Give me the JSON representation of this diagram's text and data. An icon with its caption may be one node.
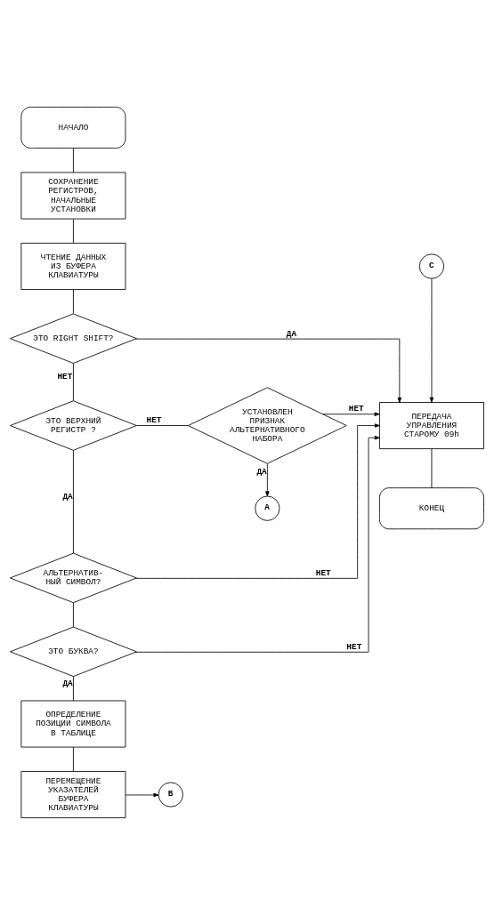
{
  "diagram": {
    "nodes": [
      {
        "text": [
          "НАЧАЛО"
        ]
      },
      {
        "text": [
          "СОХРАНЕНИЕ РЕГИСТРОВ, НАЧАЛЬНЫЕ УСТАНОВКИ"
        ]
      },
      {
        "text": [
          "ЧТЕНИЕ ДАННЫХ ИЗ БУФЕРА КЛАВИАТУРЫ"
        ]
      },
      {
        "text": [
          "C"
        ]
      },
      {
        "text": [
          "ЭТО RIGHT SHIFT?"
        ]
      },
      {
        "text": [
          "ПЕРЕДАЧА УПРАВЛЕНИЯ СТАРОМУ 09h"
        ]
      },
      {
        "text": [
          "ЭТО ВЕРХНИЙ РЕГИСТР ?"
        ]
      },
      {
        "text": [
          "УСТАНОВЛЕН ПРИЗНАК АЛЬТЕРНАТИВНОГО НАБОРА"
        ]
      },
      {
        "text": [
          "КОНЕЦ"
        ]
      },
      {
        "text": [
          "A"
        ]
      },
      {
        "text": [
          "АЛЬТЕРНАТИВ- НЫЙ СИМВОЛ?"
        ]
      },
      {
        "text": [
          "ЭТО БУКВА?"
        ]
      },
      {
        "text": [
          "ОПРЕДЕЛЕНИЕ ПОЗИЦИИ СИМВОЛА В ТАБЛИЦЕ"
        ]
      },
      {
        "text": [
          "ПЕРЕМЕЩЕНИЕ УКАЗАТЕЛЕЙ БУФЕРА КЛАВИАТУРЫ"
        ]
      },
      {
        "text": [
          "B"
        ]
      }
    ],
    "edges": [
      {
        "from": 0,
        "to": 1,
        "arrow": "none"
      },
      {
        "from": 1,
        "to": 2,
        "arrow": "none"
      },
      {
        "from": 2,
        "to": 4,
        "arrow": "none"
      },
      {
        "from": 3,
        "to": 5,
        "arrow": "to"
      },
      {
        "from": 4,
        "to": 5,
        "arrow": "to",
        "label": "ДА"
      },
      {
        "from": 4,
        "to": 6,
        "arrow": "none",
        "label": "НЕТ"
      },
      {
        "from": 6,
        "to": 7,
        "arrow": "none",
        "label": "НЕТ"
      },
      {
        "from": 7,
        "to": 5,
        "arrow": "to",
        "label": "НЕТ"
      },
      {
        "from": 7,
        "to": 9,
        "arrow": "to",
        "label": "ДА"
      },
      {
        "from": 6,
        "to": 10,
        "arrow": "none",
        "label": "ДА"
      },
      {
        "from": 5,
        "to": 8,
        "arrow": "none"
      },
      {
        "from": 10,
        "to": 11,
        "arrow": "none"
      },
      {
        "from": 10,
        "to": 5,
        "arrow": "to",
        "label": "НЕТ"
      },
      {
        "from": 11,
        "to": 5,
        "arrow": "to",
        "label": "НЕТ"
      },
      {
        "from": 11,
        "to": 12,
        "arrow": "none",
        "label": "ДА"
      },
      {
        "from": 12,
        "to": 13,
        "arrow": "none"
      },
      {
        "from": 13,
        "to": 14,
        "arrow": "to"
      }
    ]
  }
}
